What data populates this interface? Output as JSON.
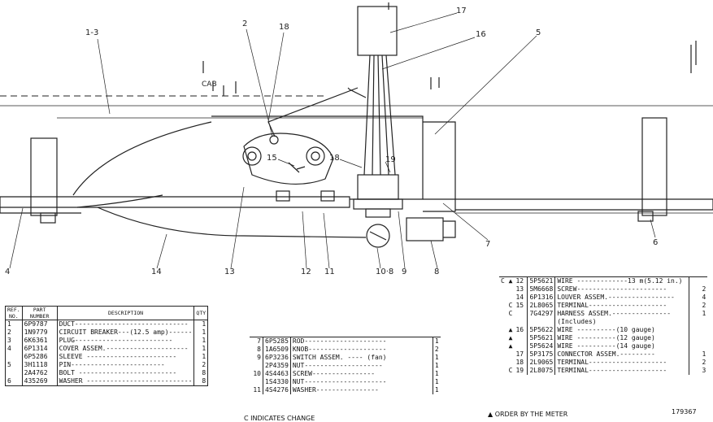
{
  "diagram": {
    "cab_label": "CAB",
    "callouts": [
      {
        "id": "c1-3",
        "text": "1-3"
      },
      {
        "id": "c2",
        "text": "2"
      },
      {
        "id": "c18a",
        "text": "18"
      },
      {
        "id": "c17",
        "text": "17"
      },
      {
        "id": "c16",
        "text": "16"
      },
      {
        "id": "c5",
        "text": "5"
      },
      {
        "id": "c15",
        "text": "15"
      },
      {
        "id": "c18b",
        "text": "18"
      },
      {
        "id": "c19",
        "text": "19"
      },
      {
        "id": "c4",
        "text": "4"
      },
      {
        "id": "c14",
        "text": "14"
      },
      {
        "id": "c13",
        "text": "13"
      },
      {
        "id": "c12",
        "text": "12"
      },
      {
        "id": "c11",
        "text": "11"
      },
      {
        "id": "c10-8",
        "text": "10·8"
      },
      {
        "id": "c9",
        "text": "9"
      },
      {
        "id": "c8",
        "text": "8"
      },
      {
        "id": "c7",
        "text": "7"
      },
      {
        "id": "c6",
        "text": "6"
      }
    ]
  },
  "parts_table_1": {
    "headers": [
      "REF. NO.",
      "PART NUMBER",
      "DESCRIPTION",
      "QTY"
    ],
    "rows": [
      {
        "ref": "1",
        "mark": "",
        "part": "6P9787",
        "desc": "DUCT-----------------------------",
        "qty": "1"
      },
      {
        "ref": "2",
        "mark": "",
        "part": "1N9779",
        "desc": "CIRCUIT BREAKER---(12.5 amp)------",
        "qty": "1"
      },
      {
        "ref": "3",
        "mark": "",
        "part": "6K6361",
        "desc": "PLUG-------------------------",
        "qty": "1"
      },
      {
        "ref": "4",
        "mark": "",
        "part": "6P1314",
        "desc": "COVER ASSEM.---------------------",
        "qty": "1"
      },
      {
        "ref": "",
        "mark": "",
        "part": "6P5286",
        "desc": "SLEEVE -----------------------",
        "qty": "1"
      },
      {
        "ref": "5",
        "mark": "",
        "part": "3H1118",
        "desc": "PIN------------------------",
        "qty": "2"
      },
      {
        "ref": "",
        "mark": "",
        "part": "2A4762",
        "desc": "BOLT -------------------------",
        "qty": "8"
      },
      {
        "ref": "6",
        "mark": "",
        "part": "435269",
        "desc": "WASHER ---------------------------",
        "qty": "8"
      }
    ]
  },
  "parts_table_2": {
    "rows": [
      {
        "ref": "7",
        "part": "6P5285",
        "desc": "ROD---------------------",
        "qty": "1"
      },
      {
        "ref": "8",
        "part": "1A6509",
        "desc": "KNOB--------------------",
        "qty": "2"
      },
      {
        "ref": "9",
        "part": "6P3236",
        "desc": "SWITCH ASSEM. ---- (fan)",
        "qty": "1"
      },
      {
        "ref": "",
        "part": "2P4359",
        "desc": "NUT--------------------",
        "qty": "1"
      },
      {
        "ref": "10",
        "part": "4S4463",
        "desc": "SCREW----------------",
        "qty": "1"
      },
      {
        "ref": "",
        "part": "1S4330",
        "desc": "NUT---------------------",
        "qty": "1"
      },
      {
        "ref": "11",
        "part": "4S4276",
        "desc": "WASHER----------------",
        "qty": "1"
      }
    ]
  },
  "parts_table_3": {
    "rows": [
      {
        "mark": "C ▲",
        "ref": "12",
        "part": "5P5621",
        "desc": "WIRE -------------13 m(5.12 in.)",
        "qty": ""
      },
      {
        "mark": "",
        "ref": "13",
        "part": "5M6668",
        "desc": "SCREW-----------------------",
        "qty": "2"
      },
      {
        "mark": "",
        "ref": "14",
        "part": "6P1316",
        "desc": "LOUVER ASSEM.-----------------",
        "qty": "4"
      },
      {
        "mark": "C",
        "ref": "15",
        "part": "2L8065",
        "desc": "TERMINAL--------------------",
        "qty": "2"
      },
      {
        "mark": "C",
        "ref": "",
        "part": "7G4297",
        "desc": "HARNESS ASSEM.---------------",
        "qty": "1"
      },
      {
        "mark": "",
        "ref": "",
        "part": "",
        "desc": "(Includes)",
        "qty": ""
      },
      {
        "mark": "▲",
        "ref": "16",
        "part": "5P5622",
        "desc": "WIRE ----------(10 gauge)",
        "qty": ""
      },
      {
        "mark": "▲",
        "ref": "",
        "part": "5P5621",
        "desc": "WIRE ----------(12 gauge)",
        "qty": ""
      },
      {
        "mark": "▲",
        "ref": "",
        "part": "5P5624",
        "desc": "WIRE ----------(14 gauge)",
        "qty": ""
      },
      {
        "mark": "",
        "ref": "17",
        "part": "5P3175",
        "desc": "CONNECTOR ASSEM.---------",
        "qty": "1"
      },
      {
        "mark": "",
        "ref": "18",
        "part": "2L9065",
        "desc": "TERMINAL--------------------",
        "qty": "2"
      },
      {
        "mark": "C",
        "ref": "19",
        "part": "2L8075",
        "desc": "TERMINAL--------------------",
        "qty": "3"
      }
    ]
  },
  "footnotes": {
    "changes": "C INDICATES CHANGE",
    "meter": "▲ ORDER BY THE METER",
    "figure_number": "179367"
  }
}
